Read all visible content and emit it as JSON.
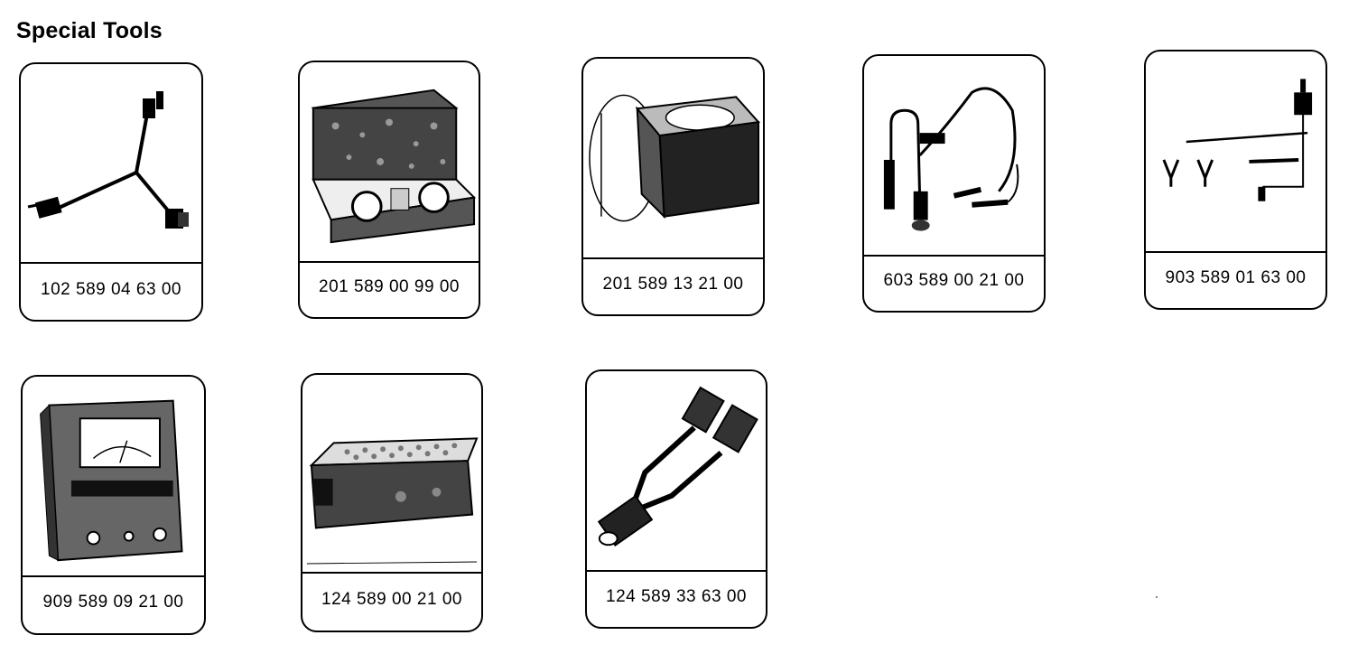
{
  "page": {
    "title": "Special Tools"
  },
  "tools": [
    {
      "part_number": "102 589 04 63 00",
      "icon": "y-adapter-cable-icon"
    },
    {
      "part_number": "201 589 00 99 00",
      "icon": "test-case-kit-icon"
    },
    {
      "part_number": "201 589 13 21 00",
      "icon": "test-box-with-cable-icon"
    },
    {
      "part_number": "603 589 00 21 00",
      "icon": "sensor-clamp-cable-icon"
    },
    {
      "part_number": "903 589 01 63 00",
      "icon": "test-lead-set-icon"
    },
    {
      "part_number": "909 589 09 21 00",
      "icon": "meter-instrument-icon"
    },
    {
      "part_number": "124 589 00 21 00",
      "icon": "connector-test-box-icon"
    },
    {
      "part_number": "124 589 33 63 00",
      "icon": "y-adapter-connector-icon"
    }
  ]
}
